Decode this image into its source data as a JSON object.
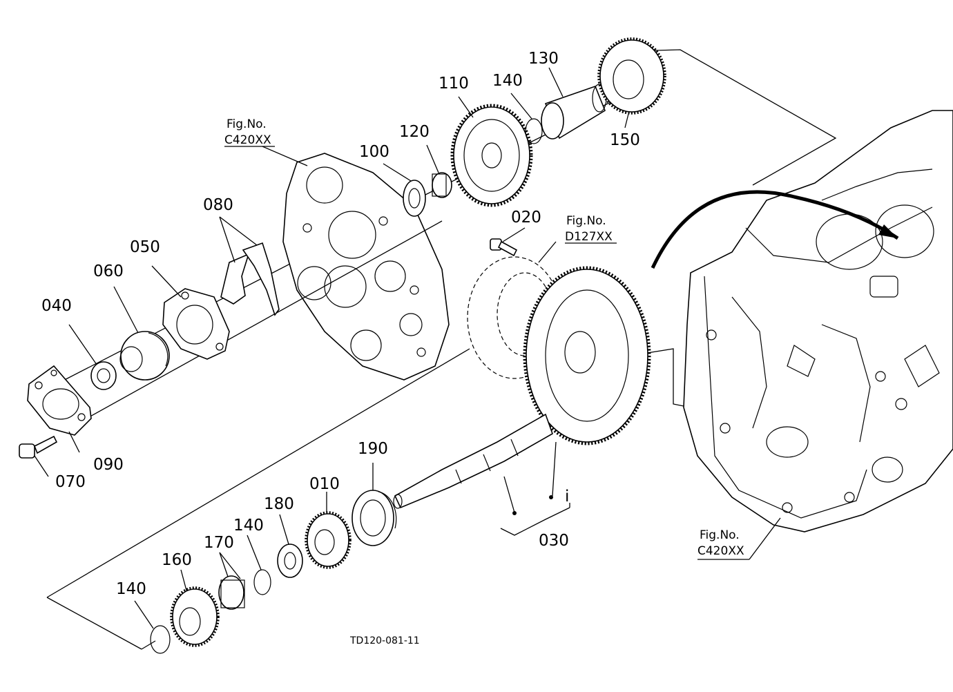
{
  "diagram_code": "TD120-081-11",
  "part_labels": [
    "010",
    "020",
    "030",
    "040",
    "050",
    "060",
    "070",
    "080",
    "090",
    "100",
    "110",
    "120",
    "130",
    "140",
    "150",
    "160",
    "170",
    "180",
    "190"
  ],
  "fig_refs": [
    {
      "title": "Fig.No.",
      "code": "C420XX"
    },
    {
      "title": "Fig.No.",
      "code": "D127XX"
    },
    {
      "title": "Fig.No.",
      "code": "C420XX"
    }
  ],
  "sub_mark": "i"
}
